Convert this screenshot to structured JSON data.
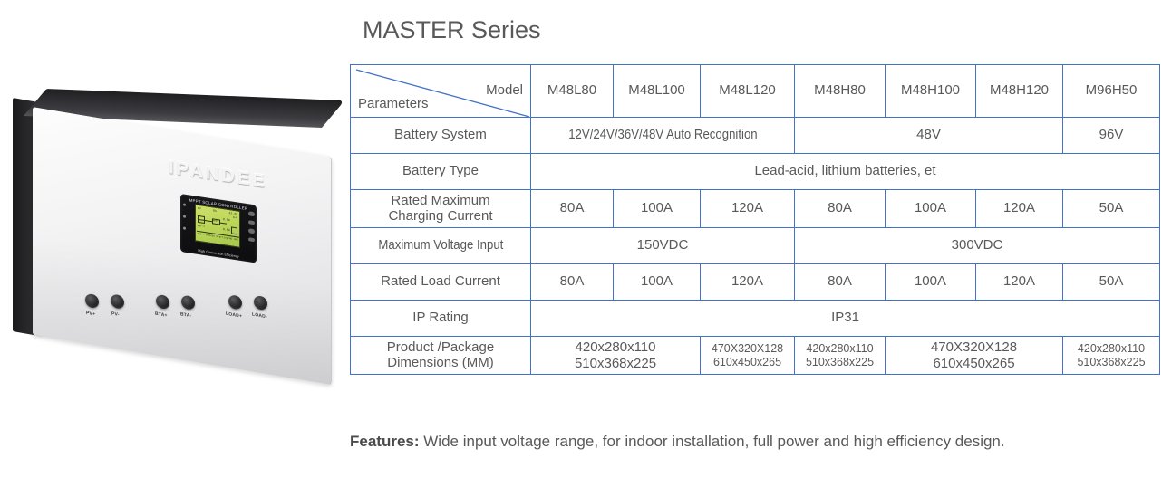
{
  "product_image": {
    "brand": "IPANDEE",
    "lcd_title": "MPPT SOLAR CONTROLLER",
    "lcd_subtitle": "High Conversion Efficiency",
    "lcd_readout": {
      "pv_voltage": "0V",
      "pv_current": "0A",
      "battery_voltage": "42.3V",
      "mppt_label": "MPPT",
      "power_1": "0.0W",
      "power_2": "0.0W",
      "alarm": "ALM",
      "batt_label": "BAT-1",
      "status_line": "Set : 48V/0A    Starting/NO   CHG"
    },
    "ports": [
      {
        "label": "PV+"
      },
      {
        "label": "PV-"
      },
      {
        "label": "BTA+"
      },
      {
        "label": "BTA-"
      },
      {
        "label": "LOAD+"
      },
      {
        "label": "LOAD-"
      }
    ]
  },
  "series_title": "MASTER Series",
  "table": {
    "corner": {
      "model_label": "Model",
      "parameters_label": "Parameters"
    },
    "models": [
      "M48L80",
      "M48L100",
      "M48L120",
      "M48H80",
      "M48H100",
      "M48H120",
      "M96H50"
    ],
    "rows": [
      {
        "label": "Battery System",
        "cells": [
          {
            "text": "12V/24V/36V/48V Auto Recognition",
            "span": 3,
            "condensed": true
          },
          {
            "text": "48V",
            "span": 3
          },
          {
            "text": "96V",
            "span": 1
          }
        ]
      },
      {
        "label": "Battery Type",
        "cells": [
          {
            "text": "Lead-acid, lithium batteries, et",
            "span": 7
          }
        ]
      },
      {
        "label": "Rated Maximum\nCharging Current",
        "cells": [
          {
            "text": "80A",
            "span": 1
          },
          {
            "text": "100A",
            "span": 1
          },
          {
            "text": "120A",
            "span": 1
          },
          {
            "text": "80A",
            "span": 1
          },
          {
            "text": "100A",
            "span": 1
          },
          {
            "text": "120A",
            "span": 1
          },
          {
            "text": "50A",
            "span": 1
          }
        ]
      },
      {
        "label": "Maximum Voltage Input",
        "label_condensed": true,
        "cells": [
          {
            "text": "150VDC",
            "span": 3
          },
          {
            "text": "300VDC",
            "span": 4
          }
        ]
      },
      {
        "label": "Rated Load Current",
        "cells": [
          {
            "text": "80A",
            "span": 1
          },
          {
            "text": "100A",
            "span": 1
          },
          {
            "text": "120A",
            "span": 1
          },
          {
            "text": "80A",
            "span": 1
          },
          {
            "text": "100A",
            "span": 1
          },
          {
            "text": "120A",
            "span": 1
          },
          {
            "text": "50A",
            "span": 1
          }
        ]
      },
      {
        "label": "IP Rating",
        "cells": [
          {
            "text": "IP31",
            "span": 7
          }
        ]
      },
      {
        "label": "Product /Package\nDimensions (MM)",
        "cells": [
          {
            "text": "420x280x110\n510x368x225",
            "span": 2
          },
          {
            "text": "470X320X128\n610x450x265",
            "span": 1,
            "small": true
          },
          {
            "text": "420x280x110\n510x368x225",
            "span": 1,
            "small": true
          },
          {
            "text": "470X320X128\n610x450x265",
            "span": 2
          },
          {
            "text": "420x280x110\n510x368x225",
            "span": 1,
            "small": true
          }
        ]
      }
    ]
  },
  "features": {
    "label": "Features:",
    "text": " Wide input voltage range, for indoor installation, full power and high efficiency design."
  },
  "colors": {
    "table_border": "#4472C4",
    "text": "#595959",
    "lcd_green": "#bdd45c"
  }
}
